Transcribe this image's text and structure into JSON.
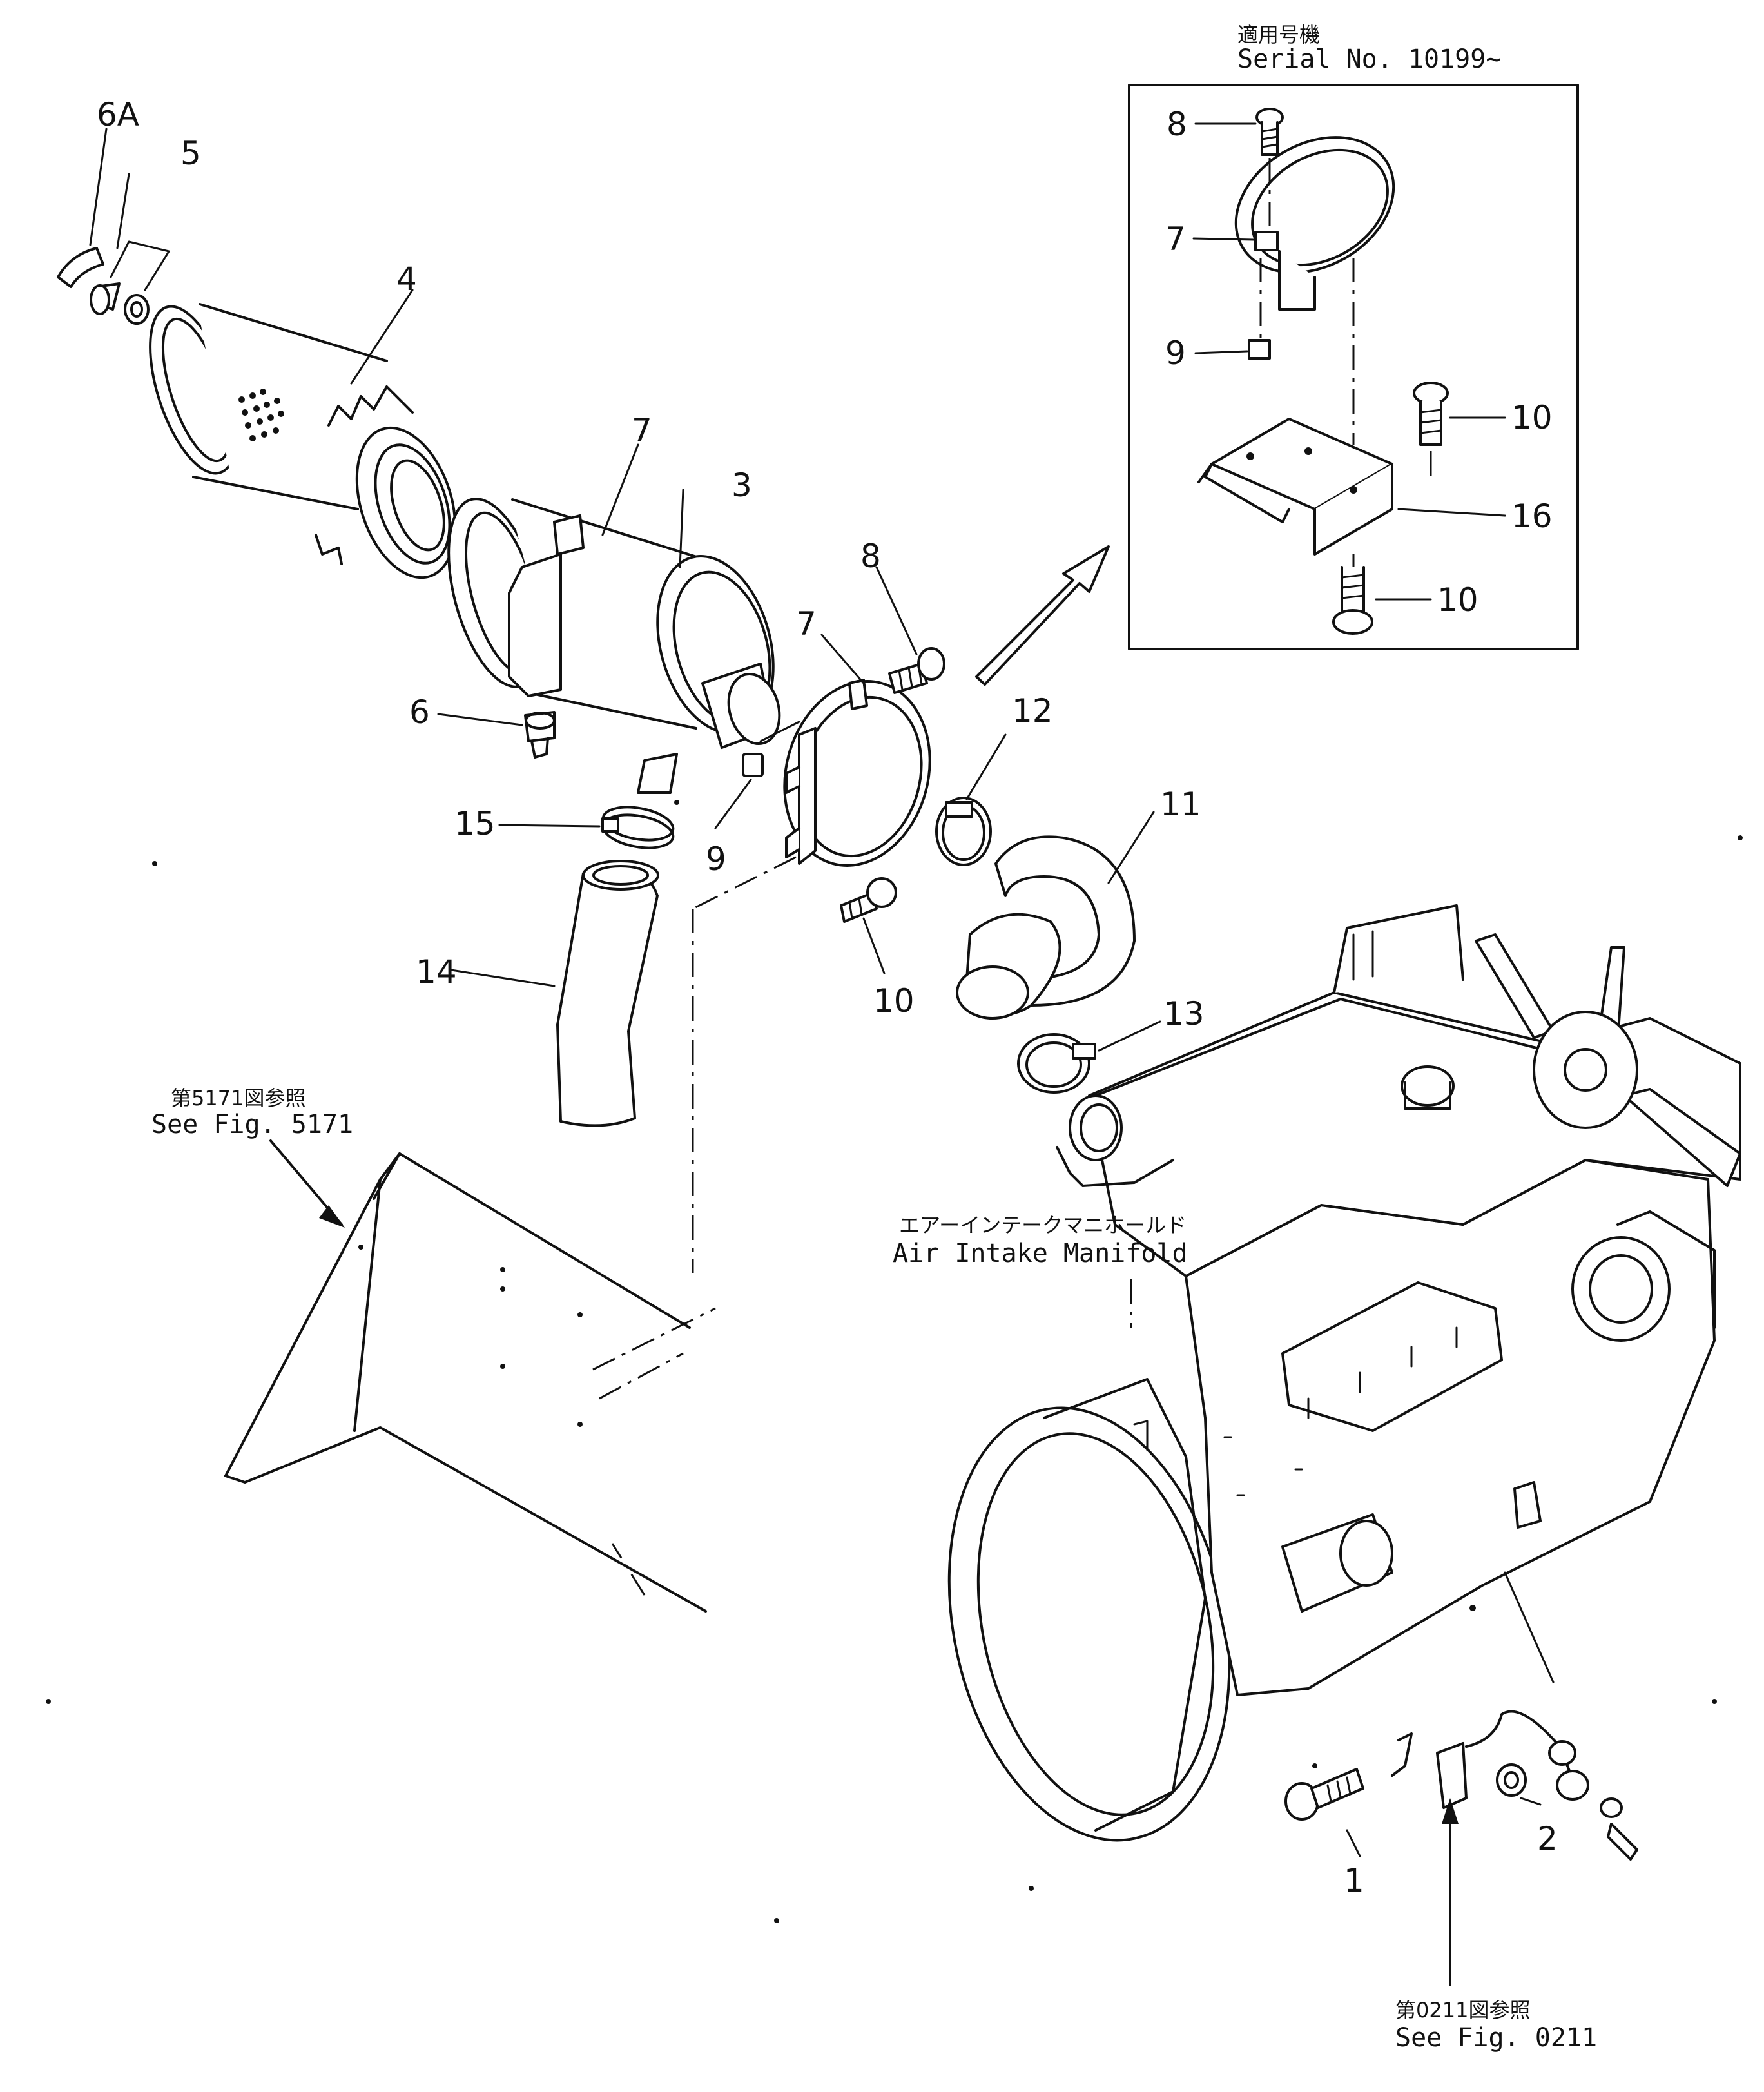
{
  "inset": {
    "title_jp": "適用号機",
    "title_en": "Serial No. 10199~",
    "labels": [
      "8",
      "7",
      "9",
      "10",
      "16",
      "10"
    ]
  },
  "parts": {
    "p6A": "6A",
    "p5": "5",
    "p4": "4",
    "p7a": "7",
    "p3": "3",
    "p8": "8",
    "p7b": "7",
    "p12": "12",
    "p6": "6",
    "p9": "9",
    "p15": "15",
    "p11": "11",
    "p14": "14",
    "p10": "10",
    "p13": "13",
    "p1": "1",
    "p2": "2"
  },
  "references": {
    "fig5171_jp": "第5171図参照",
    "fig5171_en": "See Fig. 5171",
    "manifold_jp": "エアーインテークマニホールド",
    "manifold_en": "Air Intake Manifold",
    "fig0211_jp": "第0211図参照",
    "fig0211_en": "See Fig. 0211"
  }
}
